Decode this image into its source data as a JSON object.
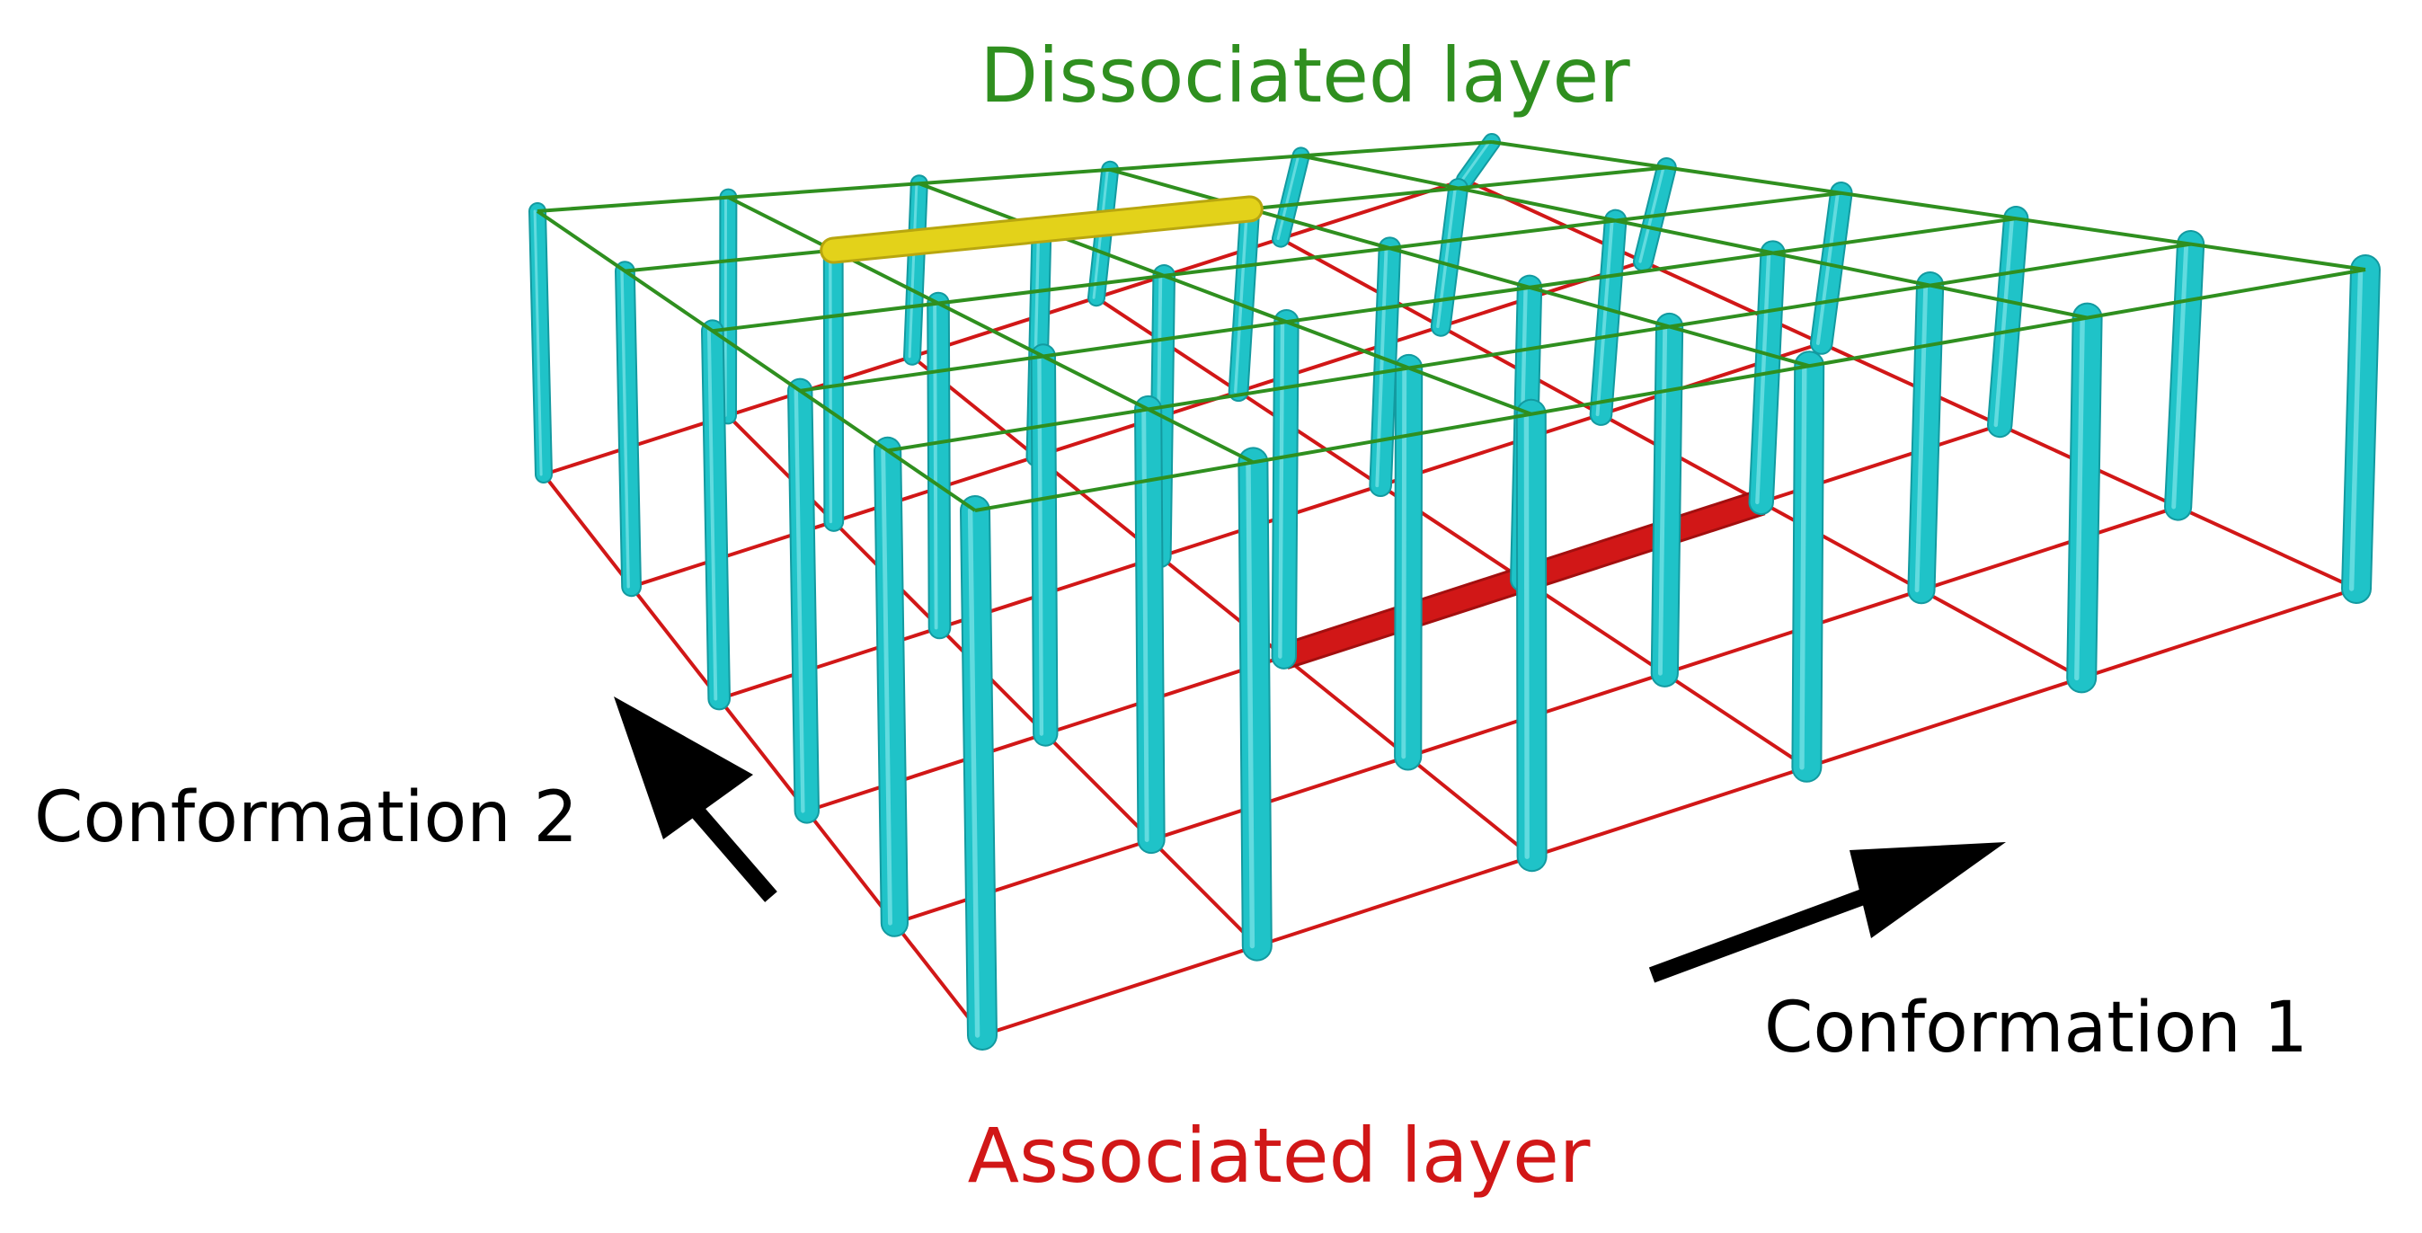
{
  "labels": {
    "top": "Dissociated layer",
    "bottom": "Associated layer",
    "axis1": "Conformation 1",
    "axis2": "Conformation 2"
  },
  "grid": {
    "rows": 5,
    "cols": 5
  },
  "colors": {
    "dissociated": "#2f8f1f",
    "associated": "#d11717",
    "pillar": "#1fc3c8",
    "highlight_top": "#e3d21a",
    "highlight_bottom": "#d11717",
    "text": "#000000"
  },
  "highlighted_edges": {
    "dissociated_layer": "row 1, columns 1–3",
    "associated_layer": "row 2, columns 2–4"
  }
}
